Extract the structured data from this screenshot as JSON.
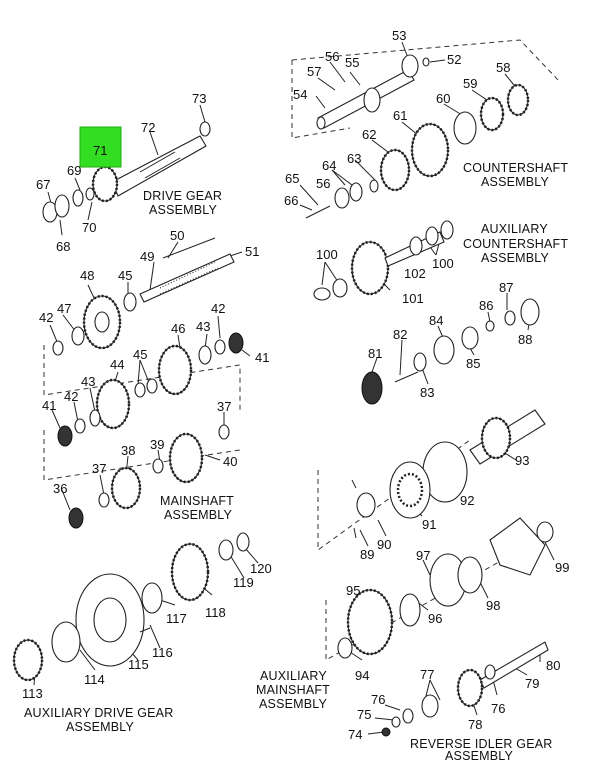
{
  "highlight": {
    "callout": "71"
  },
  "captions": {
    "drive_gear": [
      "DRIVE GEAR",
      "ASSEMBLY"
    ],
    "countershaft": [
      "COUNTERSHAFT",
      "ASSEMBLY"
    ],
    "aux_countershaft": [
      "AUXILIARY",
      "COUNTERSHAFT",
      "ASSEMBLY"
    ],
    "mainshaft": [
      "MAINSHAFT",
      "ASSEMBLY"
    ],
    "aux_drive_gear": [
      "AUXILIARY DRIVE GEAR",
      "ASSEMBLY"
    ],
    "aux_mainshaft": [
      "AUXILIARY",
      "MAINSHAFT",
      "ASSEMBLY"
    ],
    "reverse_idler": [
      "REVERSE IDLER GEAR",
      "ASSEMBLY"
    ]
  },
  "callouts": [
    "36",
    "37",
    "37",
    "38",
    "39",
    "40",
    "41",
    "41",
    "42",
    "42",
    "42",
    "43",
    "43",
    "44",
    "45",
    "45",
    "46",
    "47",
    "48",
    "49",
    "50",
    "51",
    "52",
    "53",
    "54",
    "55",
    "56",
    "56",
    "57",
    "58",
    "59",
    "60",
    "61",
    "62",
    "63",
    "64",
    "65",
    "66",
    "67",
    "68",
    "69",
    "70",
    "72",
    "73",
    "74",
    "75",
    "76",
    "76",
    "77",
    "78",
    "79",
    "80",
    "81",
    "82",
    "83",
    "84",
    "85",
    "86",
    "87",
    "88",
    "89",
    "90",
    "91",
    "92",
    "93",
    "94",
    "95",
    "96",
    "97",
    "98",
    "99",
    "100",
    "100",
    "101",
    "102",
    "113",
    "114",
    "115",
    "116",
    "117",
    "118",
    "119",
    "120"
  ]
}
